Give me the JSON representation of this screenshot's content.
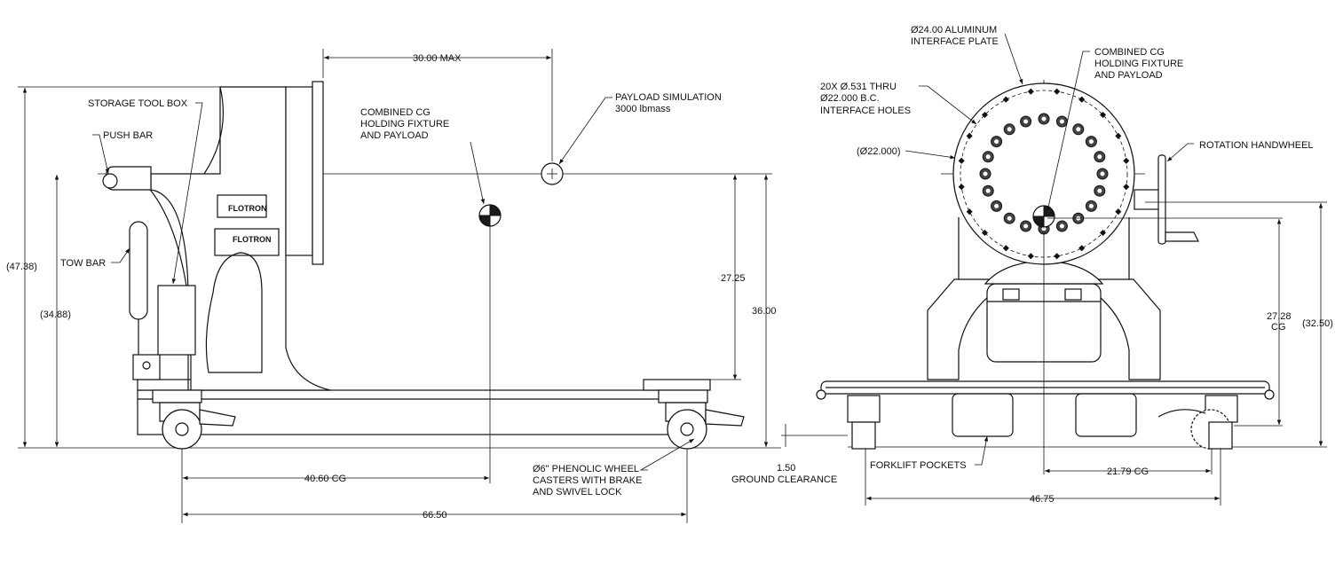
{
  "side_view": {
    "labels": {
      "storage_tool_box": "STORAGE TOOL BOX",
      "push_bar": "PUSH BAR",
      "tow_bar": "TOW BAR",
      "combined_cg_1": "COMBINED CG",
      "combined_cg_2": "HOLDING FIXTURE",
      "combined_cg_3": "AND PAYLOAD",
      "payload_1": "PAYLOAD SIMULATION",
      "payload_2": "3000 lbmass",
      "caster_1": "Ø6\" PHENOLIC WHEEL",
      "caster_2": "CASTERS WITH BRAKE",
      "caster_3": "AND SWIVEL LOCK",
      "ground_1": "1.50",
      "ground_2": "GROUND CLEARANCE"
    },
    "dimensions": {
      "overall_height": "(47.38)",
      "push_bar_height": "(34.88)",
      "max_length": "30.00 MAX",
      "cg_height": "27.25",
      "interface_height": "36.00",
      "cg_length": "40.60 CG",
      "wheelbase": "66.50"
    },
    "logos": {
      "logo_1": "FLOTRON",
      "logo_2": "FLOTRON"
    }
  },
  "front_view": {
    "labels": {
      "plate_1": "Ø24.00 ALUMINUM",
      "plate_2": "INTERFACE PLATE",
      "holes_1": "20X Ø.531 THRU",
      "holes_2": "Ø22.000 B.C.",
      "holes_3": "INTERFACE HOLES",
      "bolt_circle": "(Ø22.000)",
      "cg_1": "COMBINED CG",
      "cg_2": "HOLDING FIXTURE",
      "cg_3": "AND PAYLOAD",
      "handwheel": "ROTATION HANDWHEEL",
      "forklift": "FORKLIFT POCKETS"
    },
    "dimensions": {
      "cg_height_1": "27.28",
      "cg_height_2": "CG",
      "overall_height": "(32.50)",
      "cg_lateral": "21.79 CG",
      "overall_width": "46.75"
    }
  }
}
